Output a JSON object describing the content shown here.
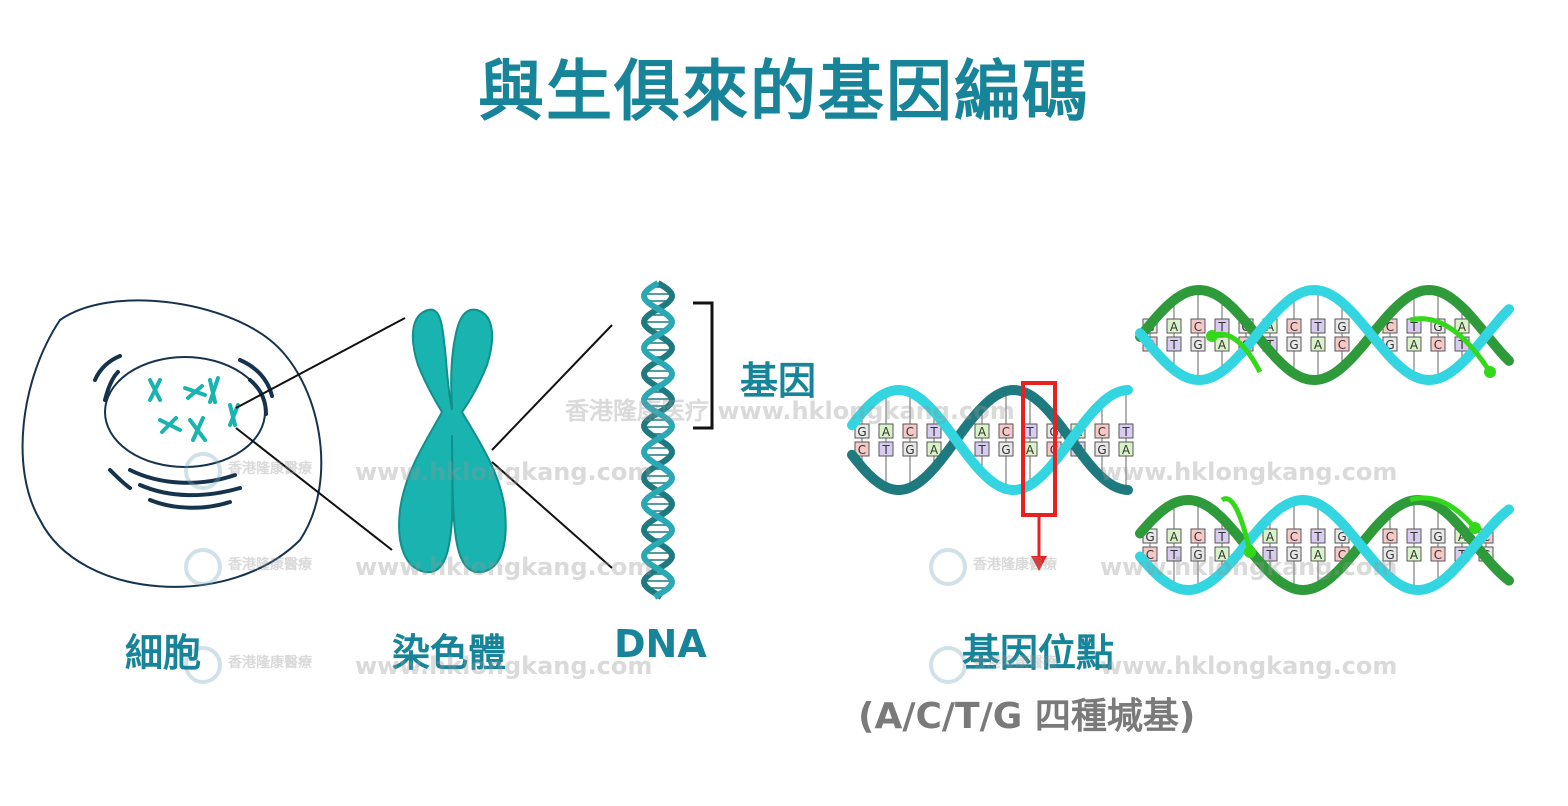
{
  "title": "與生俱來的基因編碼",
  "labels": {
    "cell": "細胞",
    "chromosome": "染色體",
    "dna": "DNA",
    "gene": "基因",
    "locus": "基因位點",
    "bases": "(A/C/T/G 四種堿基)"
  },
  "watermarks": {
    "center": "香港隆康医疗 www.hklongkang.com",
    "url": "www.hklongkang.com",
    "logo_text": "香港隆康醫療"
  },
  "bases": [
    "A",
    "C",
    "T",
    "G"
  ],
  "colors": {
    "accent": "#17849a",
    "chromosome": "#1ab4b0",
    "helix_dark": "#1f7a80",
    "helix_light": "#33d6e0",
    "highlight": "#e82020",
    "arrow": "#34d81a"
  }
}
